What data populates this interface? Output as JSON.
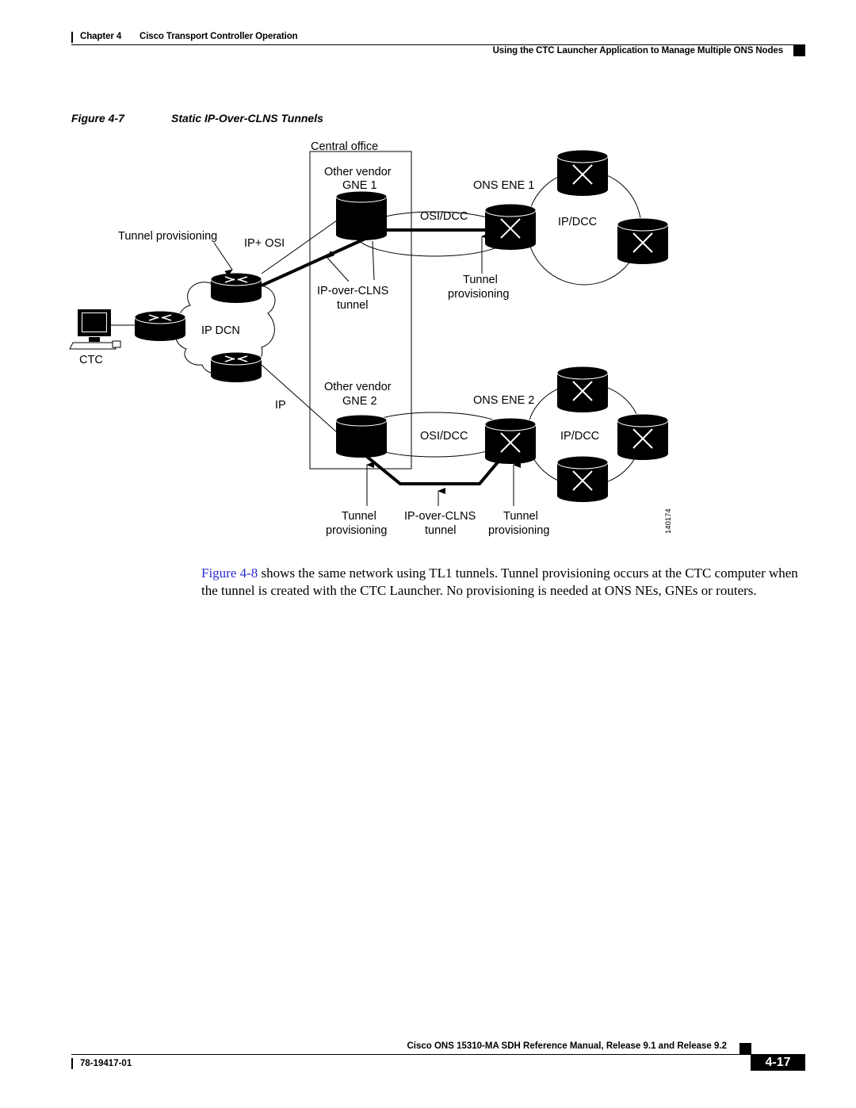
{
  "header": {
    "chapter": "Chapter 4",
    "chapter_title": "Cisco Transport Controller Operation",
    "section": "Using the CTC Launcher Application to Manage Multiple ONS Nodes"
  },
  "figure": {
    "number": "Figure 4-7",
    "title": "Static IP-Over-CLNS Tunnels",
    "labels": {
      "central_office": "Central office",
      "other_vendor_1": "Other vendor",
      "gne1": "GNE 1",
      "ons_ene1": "ONS ENE 1",
      "osi_dcc_top": "OSI/DCC",
      "ip_dcc_top": "IP/DCC",
      "tunnel_provisioning_left": "Tunnel provisioning",
      "ip_osi": "IP+ OSI",
      "ip_over_clns_top": "IP-over-CLNS",
      "tunnel_top": "tunnel",
      "tunnel_top_right_1": "Tunnel",
      "tunnel_top_right_2": "provisioning",
      "ip_dcn": "IP DCN",
      "ctc": "CTC",
      "other_vendor_2": "Other vendor",
      "gne2": "GNE 2",
      "ip": "IP",
      "ons_ene2": "ONS ENE 2",
      "osi_dcc_bottom": "OSI/DCC",
      "ip_dcc_bottom": "IP/DCC",
      "bottom_tunnel_1a": "Tunnel",
      "bottom_tunnel_1b": "provisioning",
      "bottom_clns_a": "IP-over-CLNS",
      "bottom_clns_b": "tunnel",
      "bottom_tunnel_2a": "Tunnel",
      "bottom_tunnel_2b": "provisioning",
      "figure_id": "140174"
    }
  },
  "body": {
    "link_text": "Figure 4-8",
    "paragraph": " shows the same network using TL1 tunnels. Tunnel provisioning occurs at the CTC computer when the tunnel is created with the CTC Launcher. No provisioning is needed at ONS NEs, GNEs or routers."
  },
  "footer": {
    "manual_title": "Cisco ONS 15310-MA SDH Reference Manual, Release 9.1 and Release 9.2",
    "doc_number": "78-19417-01",
    "page_number": "4-17"
  }
}
